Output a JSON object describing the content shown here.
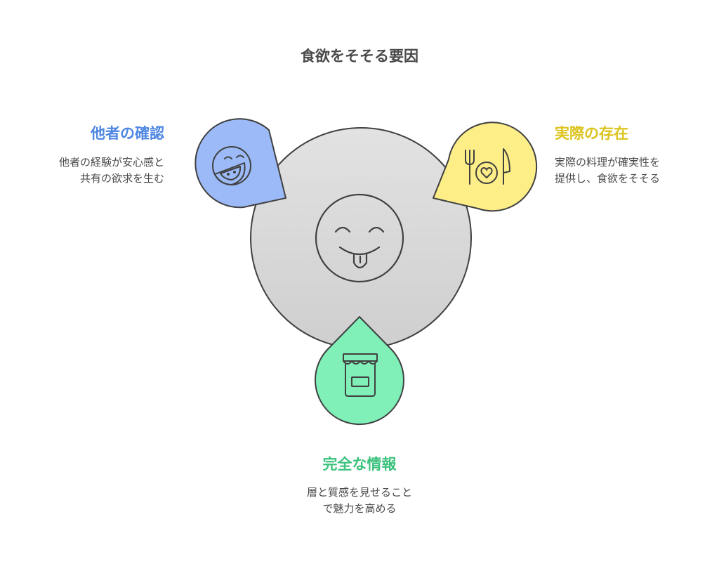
{
  "title": "食欲をそそる要因",
  "colors": {
    "center_fill": "#d8d8d8",
    "outline": "#404040",
    "blue": "#9bbaf7",
    "blue_text": "#4d86e3",
    "yellow": "#fdee88",
    "yellow_text": "#dcc41d",
    "green": "#80f0b8",
    "green_text": "#3cc27d"
  },
  "center": {
    "icon": "tongue-out-face-icon"
  },
  "blocks": {
    "left": {
      "title": "他者の確認",
      "desc": [
        "他者の経験が安心感と",
        "共有の欲求を生む"
      ],
      "icon": "eating-watermelon-face-icon"
    },
    "right": {
      "title": "実際の存在",
      "desc": [
        "実際の料理が確実性を",
        "提供し、食欲をそそる"
      ],
      "icon": "fork-plate-knife-icon"
    },
    "bottom": {
      "title": "完全な情報",
      "desc": [
        "層と質感を見せること",
        "で魅力を高める"
      ],
      "icon": "jar-storefront-icon"
    }
  }
}
